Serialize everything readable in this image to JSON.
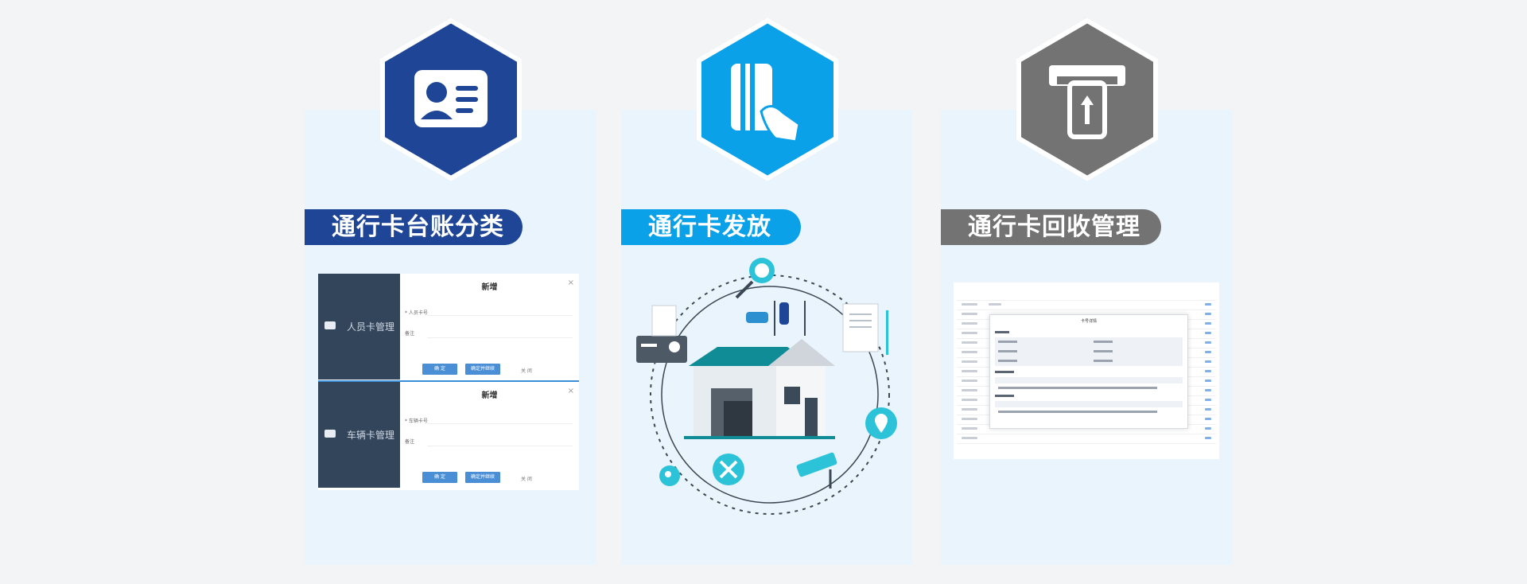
{
  "colors": {
    "card1": "#1f4696",
    "card2": "#0aa1e8",
    "card3": "#737373",
    "panel_bg": "#eaf4fd",
    "page_bg": "#f3f4f6"
  },
  "cards": [
    {
      "title": "通行卡台账分类",
      "icon": "id-card-icon"
    },
    {
      "title": "通行卡发放",
      "icon": "hand-card-icon"
    },
    {
      "title": "通行卡回收管理",
      "icon": "card-insert-icon"
    }
  ],
  "form_mock": {
    "rows": [
      {
        "menu_label": "人员卡管理",
        "dialog_title": "新增",
        "field1": "* 人员卡号",
        "field2": "备注",
        "confirm": "确 定",
        "confirm_continue": "确定并继续",
        "cancel": "关 闭"
      },
      {
        "menu_label": "车辆卡管理",
        "dialog_title": "新增",
        "field1": "* 车辆卡号",
        "field2": "备注",
        "confirm": "确 定",
        "confirm_continue": "确定并继续",
        "cancel": "关 闭"
      }
    ]
  },
  "table_mock": {
    "modal_title": "卡号详情"
  }
}
